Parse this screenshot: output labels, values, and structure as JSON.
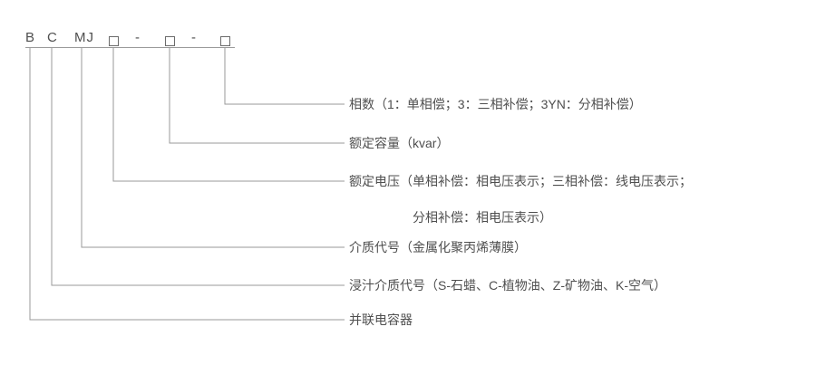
{
  "diagram": {
    "code": {
      "b": "B",
      "c": "C",
      "mj": "MJ",
      "dash1": "-",
      "dash2": "-"
    },
    "labels": {
      "phase": "相数（1：单相偿；3：三相补偿；3YN：分相补偿）",
      "capacity": "额定容量（kvar）",
      "voltage_line1": "额定电压（单相补偿：相电压表示；三相补偿：线电压表示；",
      "voltage_line2": "分相补偿：相电压表示）",
      "dielectric": "介质代号（金属化聚丙烯薄膜）",
      "impregnation": "浸汁介质代号（S-石蜡、C-植物油、Z-矿物油、K-空气）",
      "shunt_capacitor": "并联电容器"
    },
    "colors": {
      "text": "#4f4f4f",
      "line": "#9a9a9a"
    }
  }
}
